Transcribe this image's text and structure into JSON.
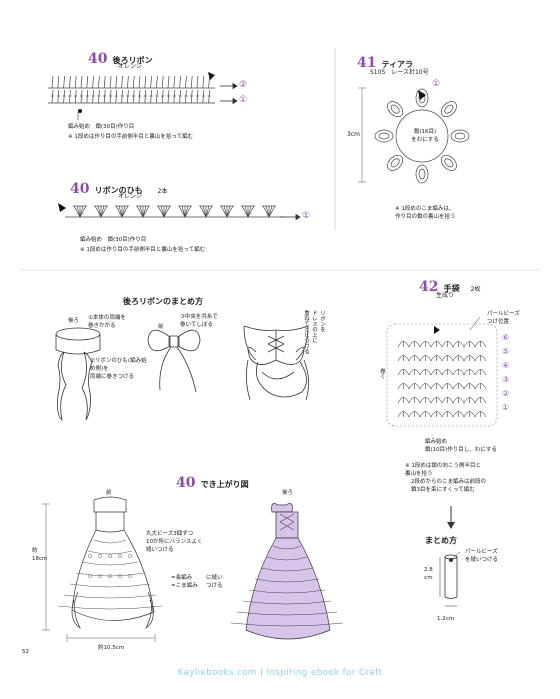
{
  "pattern40_back_ribbon": {
    "num": "40",
    "title": "後ろリボン",
    "color": "オレンジ",
    "row_labels": [
      "②",
      "①"
    ],
    "note1": "編み始め　鎖(30目)作り目",
    "note2": "※ 1段めは作り目の手前側半目と裏山を拾って編む"
  },
  "pattern40_ribbon_string": {
    "num": "40",
    "title": "リボンのひも",
    "count": "2本",
    "color": "オレンジ",
    "row_label": "①",
    "note1": "編み始め　鎖(30目)作り目",
    "note2": "※ 1段めは作り目の手前側半目と裏山を拾って編む"
  },
  "pattern41_tiara": {
    "num": "41",
    "title": "ティアラ",
    "spec": "S105　レース針10号",
    "dim": "3cm",
    "center_label": "鎖(16目)\nをわにする",
    "note": "※ 1段めのこま編みは、\n作り目の鎖の裏山を拾う",
    "row_label": "①"
  },
  "assembly": {
    "title": "後ろリボンのまとめ方",
    "front": "前",
    "back_label": "後ろ",
    "step1": "①本体の両端を\n巻きかがる",
    "step2": "②リボンのひも(編み始め側)を\n両端に巻きつける",
    "step3": "③中央を共糸で\n巻いてしぼる",
    "step4": "リボンを\nドレスの上に\n重ねてとじつける"
  },
  "pattern42_bag": {
    "num": "42",
    "title": "手袋",
    "count": "2枚",
    "color": "生成り",
    "bead_label": "パールビーズ\nつけ位置",
    "side_label": "巻く",
    "rows": [
      "⑥",
      "⑤",
      "④",
      "③",
      "②",
      "①"
    ],
    "start_note": "編み始め\n鎖(10目)作り目し、わにする",
    "note1": "※ 1段めは鎖の向こう側半目と\n裏山を拾う",
    "note2": "2段めからのこま編みは前段の\n鎖3目を束にすくって編む",
    "finish_title": "まとめ方",
    "finish_label": "パールビーズ\nを縫いつける",
    "dim_h": "2.8\ncm",
    "dim_w": "1.2cm"
  },
  "finished_40": {
    "num": "40",
    "title": "でき上がり図",
    "front": "前",
    "back": "後ろ",
    "bead_note": "丸大ビーズ3個ずつ\n10か所にバランスよく\n縫いつける",
    "legend_long": "=長編み",
    "legend_sc": "=こま編み",
    "legend_side": "に縫い\nつける",
    "height": "約18cm",
    "width": "約10.5cm"
  },
  "page_number": "52",
  "footer": "Kayliebooks.com  |  Inspiring ebook for Craft",
  "colors": {
    "accent": "#8a4fa8",
    "footer": "#8fd0e6",
    "lavender": "#d8c4ea"
  }
}
